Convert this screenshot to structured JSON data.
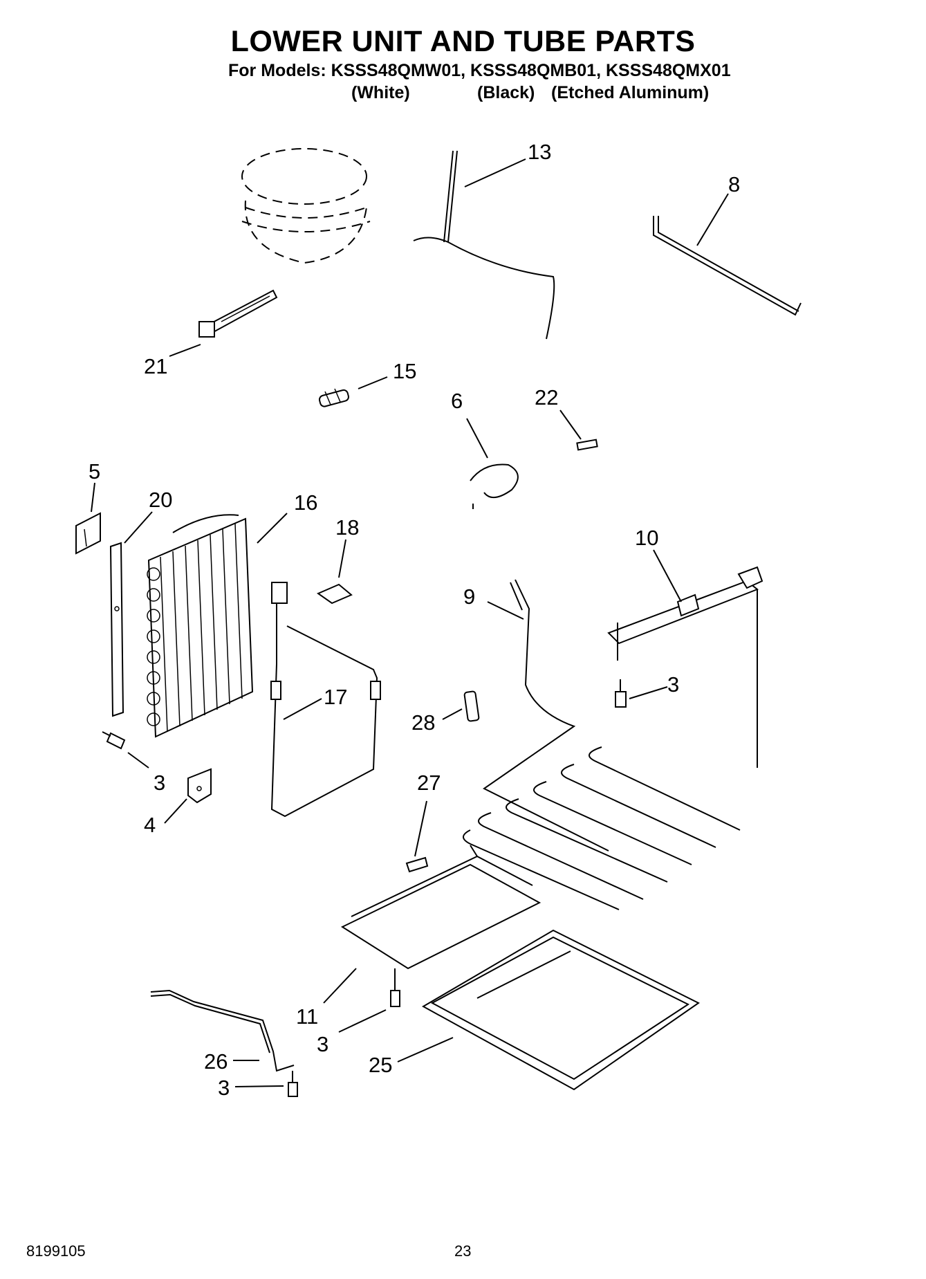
{
  "header": {
    "title": "LOWER UNIT AND TUBE PARTS",
    "models_line": "For Models: KSSS48QMW01, KSSS48QMB01, KSSS48QMX01",
    "variants": [
      "(White)",
      "(Black)",
      "(Etched Aluminum)"
    ]
  },
  "callouts": {
    "c13": "13",
    "c8": "8",
    "c21": "21",
    "c15": "15",
    "c6": "6",
    "c22": "22",
    "c5": "5",
    "c20": "20",
    "c16": "16",
    "c18": "18",
    "c10": "10",
    "c9": "9",
    "c3a": "3",
    "c17": "17",
    "c28": "28",
    "c3b": "3",
    "c4": "4",
    "c27": "27",
    "c11": "11",
    "c3c": "3",
    "c26": "26",
    "c25": "25",
    "c3d": "3"
  },
  "footer": {
    "doc_number": "8199105",
    "page_number": "23"
  }
}
